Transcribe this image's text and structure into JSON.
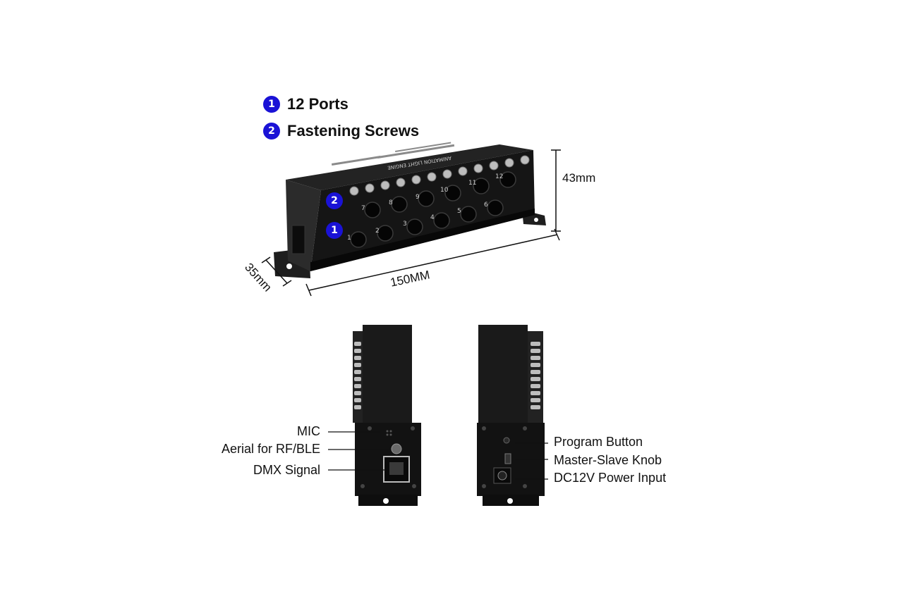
{
  "legend": {
    "items": [
      {
        "number": "1",
        "label": "12 Ports"
      },
      {
        "number": "2",
        "label": "Fastening Screws"
      }
    ]
  },
  "dimensions": {
    "height": "43mm",
    "depth": "35mm",
    "length": "150MM"
  },
  "product_label": "ANIMATION LIGHT ENGINE",
  "port_numbers": {
    "top_row": [
      "7",
      "8",
      "9",
      "10",
      "11",
      "12"
    ],
    "bottom_row": [
      "1",
      "2",
      "3",
      "4",
      "5",
      "6"
    ]
  },
  "callouts": {
    "left": [
      "MIC",
      "Aerial for RF/BLE",
      "DMX Signal"
    ],
    "right": [
      "Program Button",
      "Master-Slave Knob",
      "DC12V Power Input"
    ]
  },
  "colors": {
    "badge": "#1a12d6",
    "device": "#1b1b1b"
  }
}
